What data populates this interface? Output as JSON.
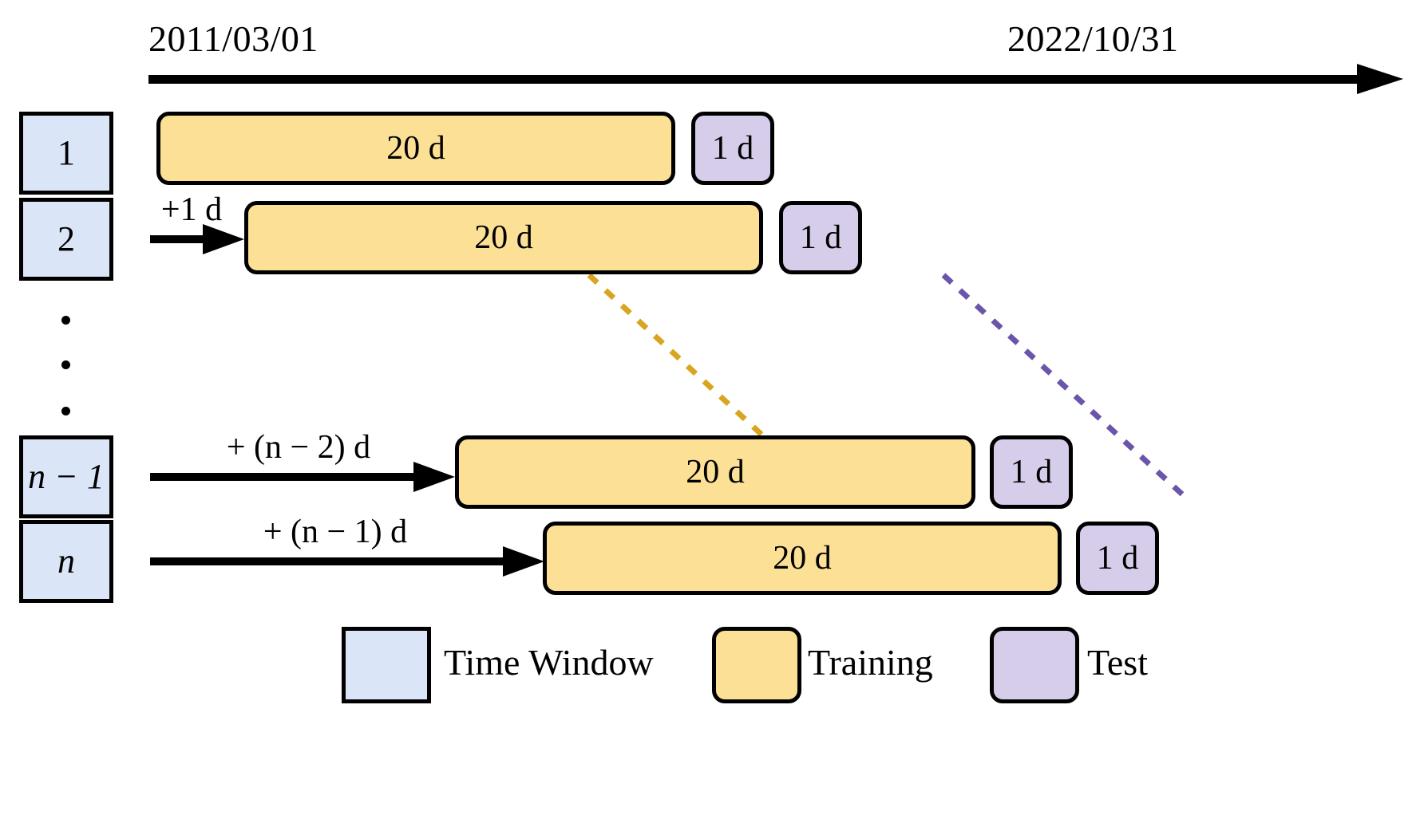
{
  "figure": {
    "type": "rolling-window-split-diagram",
    "timeline": {
      "start_label": "2011/03/01",
      "end_label": "2022/10/31",
      "direction": "left-to-right"
    },
    "colors": {
      "time_window": "#dae5f7",
      "training": "#fce096",
      "test": "#d6cdea",
      "outline": "#000000",
      "training_connector": "#d9a520",
      "test_connector": "#6a55ab",
      "background": "#ffffff"
    },
    "rows": [
      {
        "window_label": "1",
        "offset_label": "",
        "has_offset_arrow": false,
        "training_label": "20 d",
        "test_label": "1 d"
      },
      {
        "window_label": "2",
        "offset_label": "+1 d",
        "has_offset_arrow": true,
        "training_label": "20 d",
        "test_label": "1 d"
      },
      {
        "window_label": "n − 1",
        "offset_label": "+ (n − 2) d",
        "has_offset_arrow": true,
        "training_label": "20 d",
        "test_label": "1 d"
      },
      {
        "window_label": "n",
        "offset_label": "+ (n − 1) d",
        "has_offset_arrow": true,
        "training_label": "20 d",
        "test_label": "1 d"
      }
    ],
    "ellipsis": {
      "dot_count": 3,
      "meaning": "rows 3 through n-2 omitted"
    },
    "legend": {
      "items": [
        {
          "label": "Time Window",
          "color": "#dae5f7",
          "shape": "square"
        },
        {
          "label": "Training",
          "color": "#fce096",
          "shape": "rounded"
        },
        {
          "label": "Test",
          "color": "#d6cdea",
          "shape": "rounded"
        }
      ]
    }
  }
}
